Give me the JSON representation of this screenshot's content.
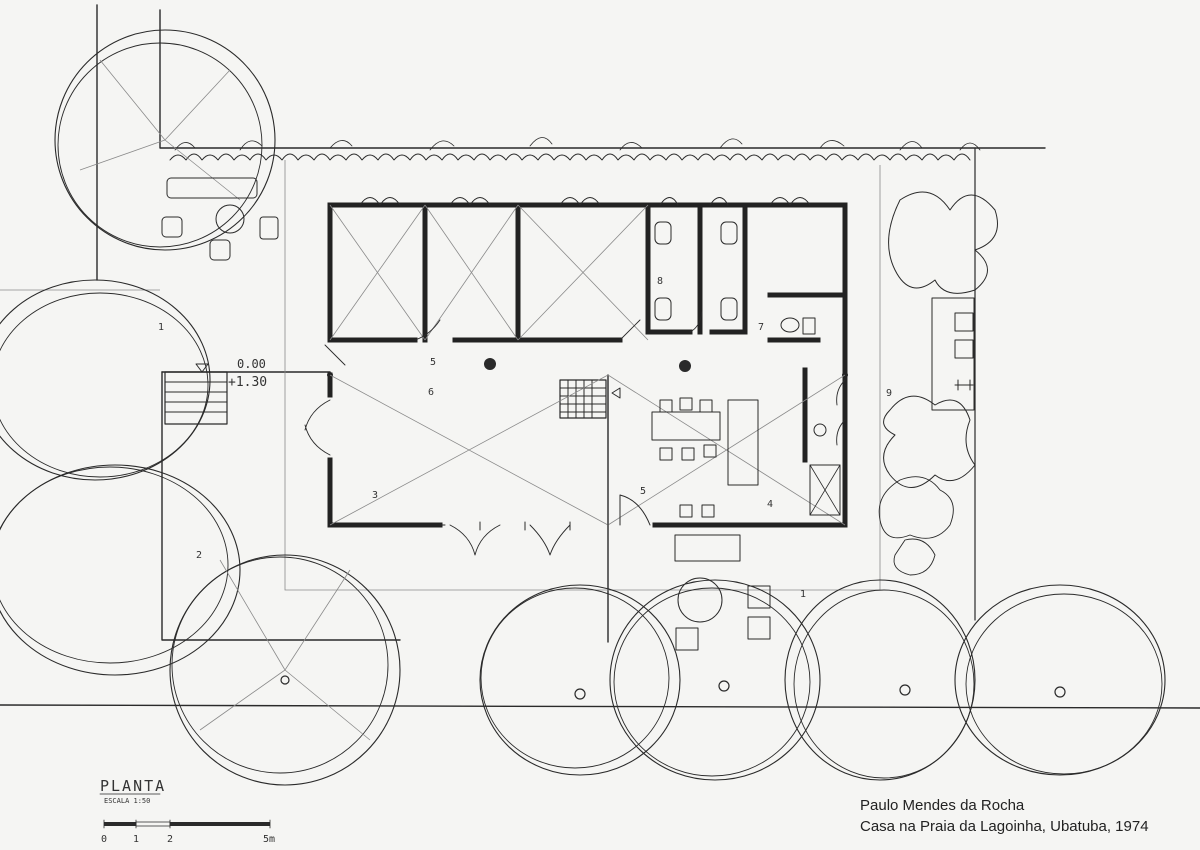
{
  "caption": {
    "author": "Paulo Mendes da Rocha",
    "work": "Casa na Praia da Lagoinha, Ubatuba, 1974"
  },
  "plan_title": {
    "title": "PLANTA",
    "scale": "ESCALA  1:50"
  },
  "scale_bar": {
    "labels": [
      "0",
      "1",
      "2",
      "5m"
    ]
  },
  "levels": {
    "ground": "0.00",
    "upper": "+1.30"
  },
  "room_numbers": {
    "n1_left": "1",
    "n2": "2",
    "n3": "3",
    "n4": "4",
    "n5_corridor": "5",
    "n5_kitchen": "5",
    "n6": "6",
    "n7": "7",
    "n8": "8",
    "n9": "9",
    "n1_bottom": "1"
  }
}
